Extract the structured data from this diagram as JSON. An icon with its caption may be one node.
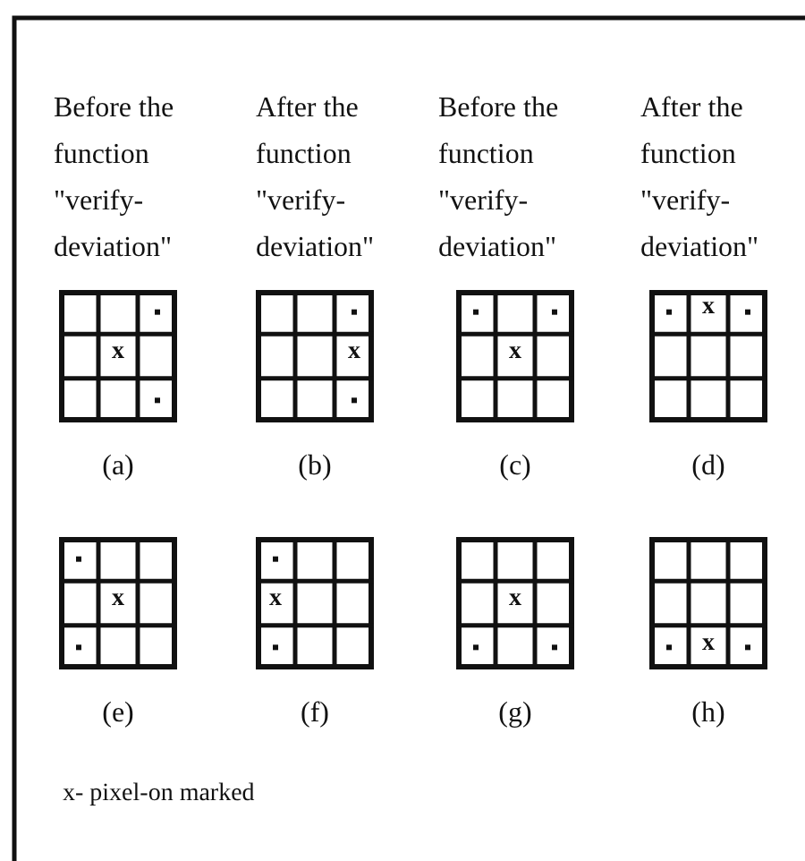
{
  "diagram": {
    "nodes": [
      {
        "text": [
          "x"
        ],
        "beside": [
          "Before the function \"verify-deviation\"",
          "(a)"
        ]
      },
      {
        "text": [
          "x"
        ],
        "beside": [
          "After the function \"verify-deviation\"",
          "(b)"
        ]
      },
      {
        "text": [
          "x"
        ],
        "beside": [
          "Before the function \"verify-deviation\"",
          "(c)"
        ]
      },
      {
        "text": [
          "x"
        ],
        "beside": [
          "After the function \"verify-deviation\"",
          "(d)"
        ]
      },
      {
        "text": [
          "x"
        ],
        "beside": [
          "(e)"
        ]
      },
      {
        "text": [
          "x"
        ],
        "beside": [
          "(f)"
        ]
      },
      {
        "text": [
          "x"
        ],
        "beside": [
          "(g)"
        ]
      },
      {
        "text": [
          "x"
        ],
        "beside": [
          "(h)"
        ]
      }
    ],
    "labels": [
      "x- pixel-on marked"
    ]
  }
}
